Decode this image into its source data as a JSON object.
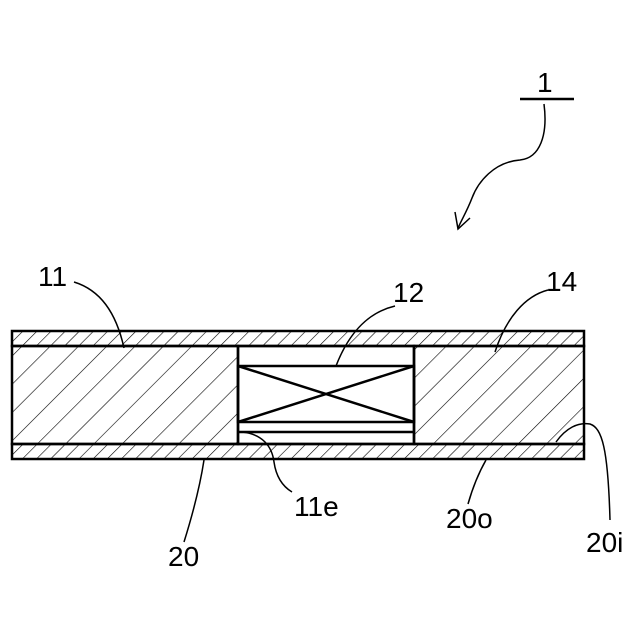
{
  "labels": {
    "assembly": "1",
    "layer_11": "11",
    "layer_12": "12",
    "layer_14": "14",
    "edge_11e": "11e",
    "sheet_20": "20",
    "surface_20o": "20o",
    "surface_20i": "20i"
  },
  "colors": {
    "line": "#000000",
    "background": "#ffffff"
  }
}
